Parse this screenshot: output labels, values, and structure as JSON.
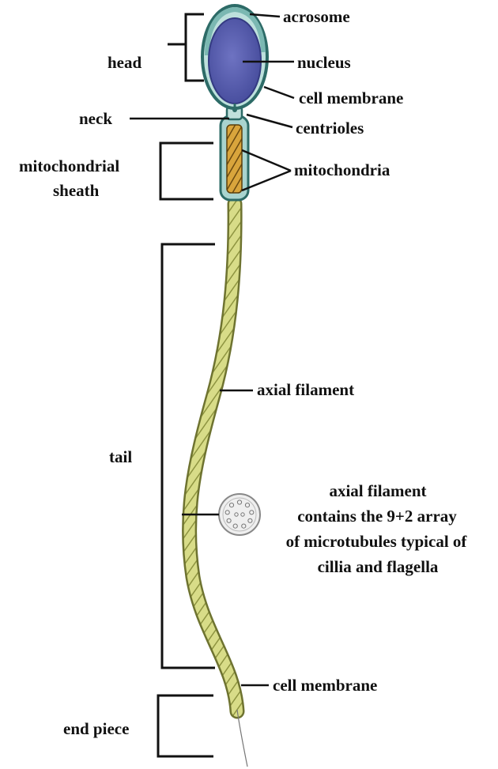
{
  "labels": {
    "acrosome": "acrosome",
    "nucleus": "nucleus",
    "cell_membrane_head": "cell membrane",
    "centrioles": "centrioles",
    "mitochondria": "mitochondria",
    "neck": "neck",
    "head": "head",
    "mito_sheath_line1": "mitochondrial",
    "mito_sheath_line2": "sheath",
    "axial_filament": "axial filament",
    "tail": "tail",
    "note_line1": "axial filament",
    "note_line2": "contains the 9+2 array",
    "note_line3": "of microtubules typical of",
    "note_line4": "cillia and flagella",
    "cell_membrane_tail": "cell membrane",
    "end_piece": "end piece"
  },
  "colors": {
    "nucleus": "#5a5fb0",
    "acrosome_outline": "#2c6f6a",
    "head_fill": "#b9dcd8",
    "mitochondria": "#b8862e",
    "tail": "#c9cf6e"
  }
}
